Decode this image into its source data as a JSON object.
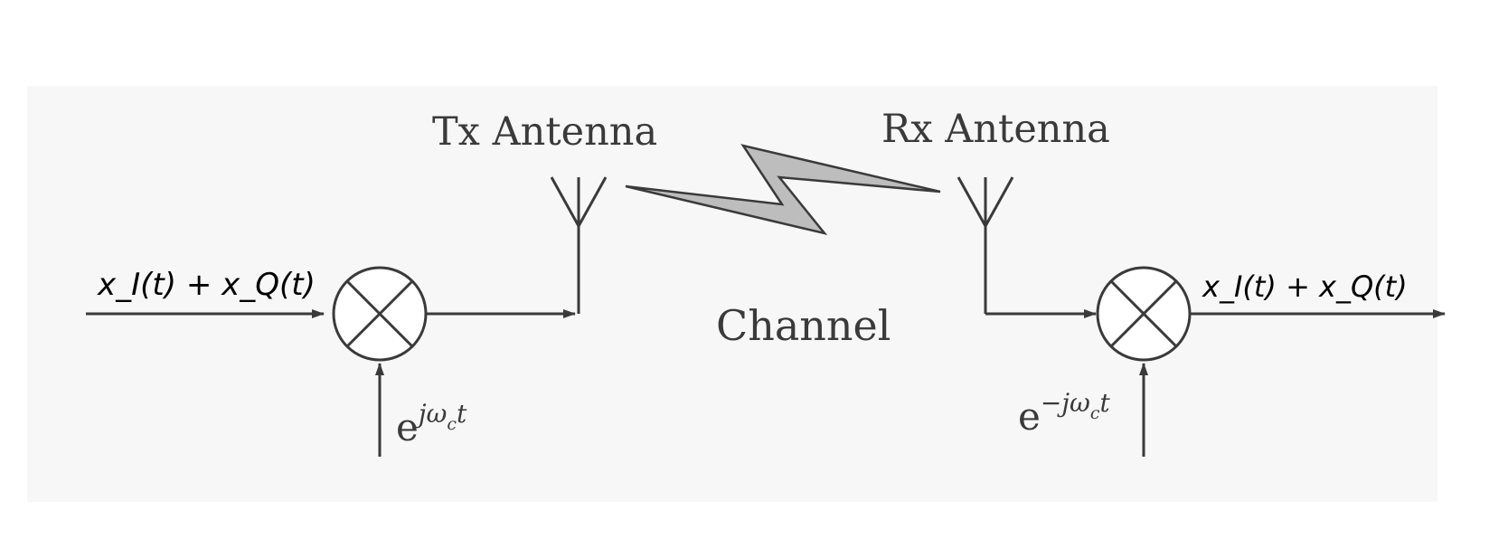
{
  "labels": {
    "tx_antenna": "Tx Antenna",
    "rx_antenna": "Rx Antenna",
    "channel": "Channel",
    "tx_input_signal": "x_I(t) + x_Q(t)",
    "rx_output_signal": "x_I(t) + x_Q(t)",
    "tx_carrier": {
      "base": "e",
      "exponent": "jω",
      "subscript": "c",
      "tail": "t"
    },
    "rx_carrier": {
      "base": "e",
      "exponent": "−jω",
      "subscript": "c",
      "tail": "t"
    }
  },
  "colors": {
    "line": "#3a3a3a",
    "lightning_fill": "#bdbdbd",
    "handwriting": "#000000"
  }
}
